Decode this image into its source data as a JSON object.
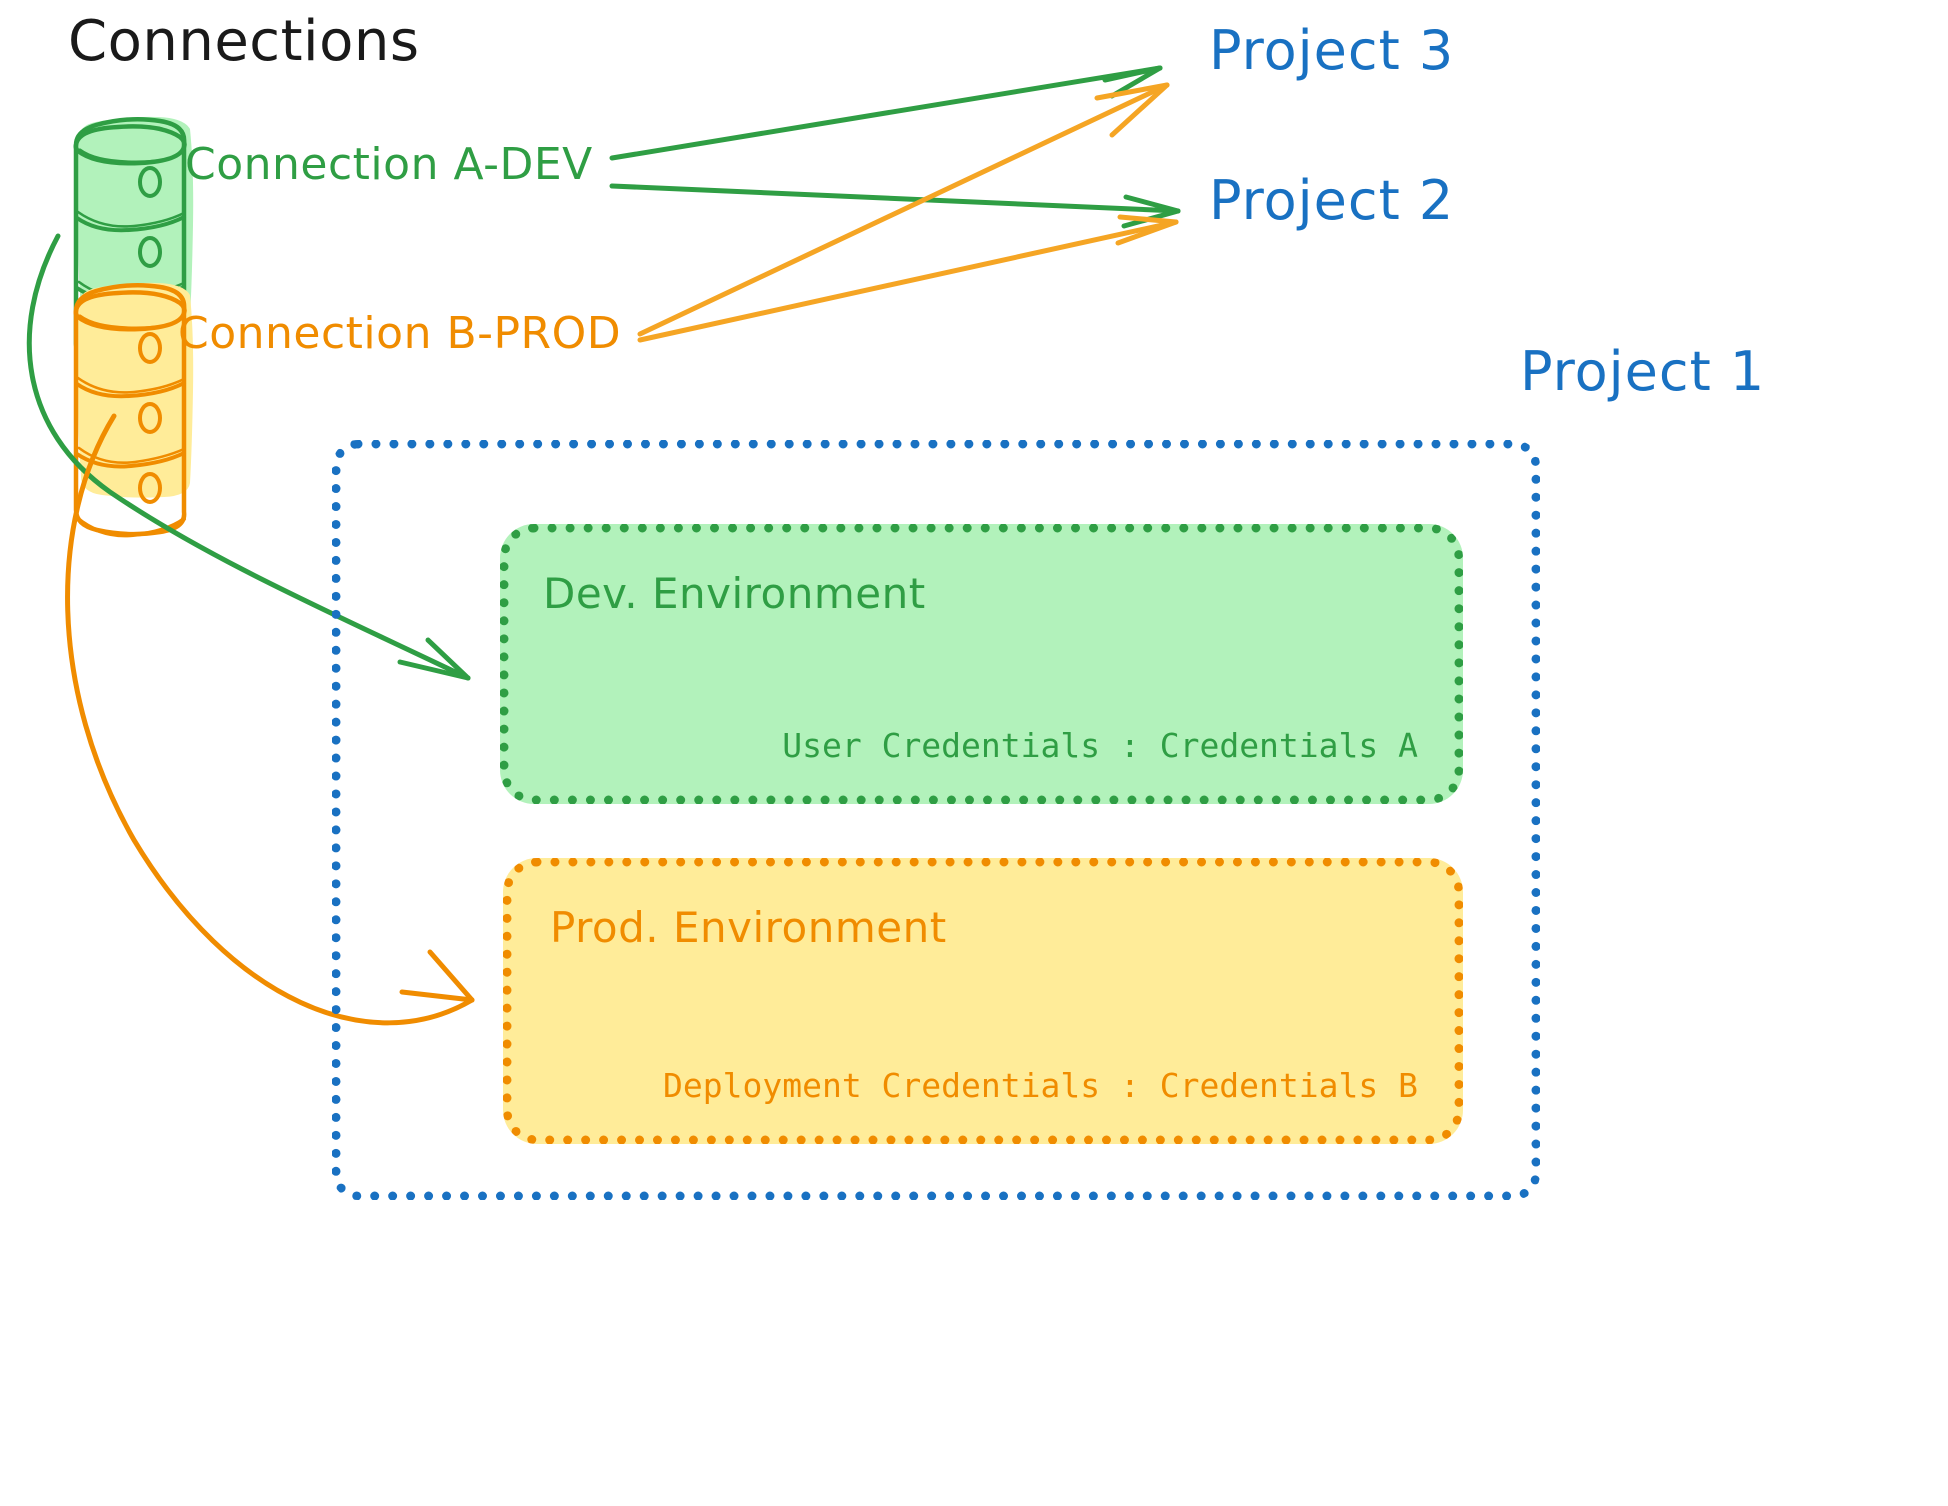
{
  "diagram": {
    "title": "Connections",
    "background": "#ffffff",
    "colors": {
      "green_stroke": "#2f9e44",
      "green_fill": "#b2f2bb",
      "orange_stroke": "#f08c00",
      "orange_fill": "#ffec99",
      "blue": "#1971c2",
      "title_text": "#1a1a1a"
    }
  },
  "connections": [
    {
      "id": "a-dev",
      "label": "Connection A-DEV",
      "color": "#2f9e44",
      "icon": "database-cylinder-icon"
    },
    {
      "id": "b-prod",
      "label": "Connection B-PROD",
      "color": "#f08c00",
      "icon": "database-cylinder-icon"
    }
  ],
  "projects": [
    {
      "id": "project-3",
      "label": "Project 3",
      "color": "#1971c2"
    },
    {
      "id": "project-2",
      "label": "Project 2",
      "color": "#1971c2"
    },
    {
      "id": "project-1",
      "label": "Project 1",
      "color": "#1971c2"
    }
  ],
  "project_one": {
    "label": "Project 1",
    "environments": [
      {
        "id": "dev",
        "title": "Dev. Environment",
        "credentials_label": "User Credentials : Credentials A",
        "fill": "#b2f2bb",
        "stroke": "#2f9e44"
      },
      {
        "id": "prod",
        "title": "Prod. Environment",
        "credentials_label": "Deployment Credentials : Credentials B",
        "fill": "#ffec99",
        "stroke": "#f08c00"
      }
    ]
  },
  "edges": [
    {
      "from": "a-dev",
      "to": "project-3",
      "color": "#2f9e44"
    },
    {
      "from": "a-dev",
      "to": "project-2",
      "color": "#2f9e44"
    },
    {
      "from": "a-dev",
      "to": "dev",
      "color": "#2f9e44"
    },
    {
      "from": "b-prod",
      "to": "project-3",
      "color": "#f5a524"
    },
    {
      "from": "b-prod",
      "to": "project-2",
      "color": "#f5a524"
    },
    {
      "from": "b-prod",
      "to": "prod",
      "color": "#f08c00"
    }
  ]
}
